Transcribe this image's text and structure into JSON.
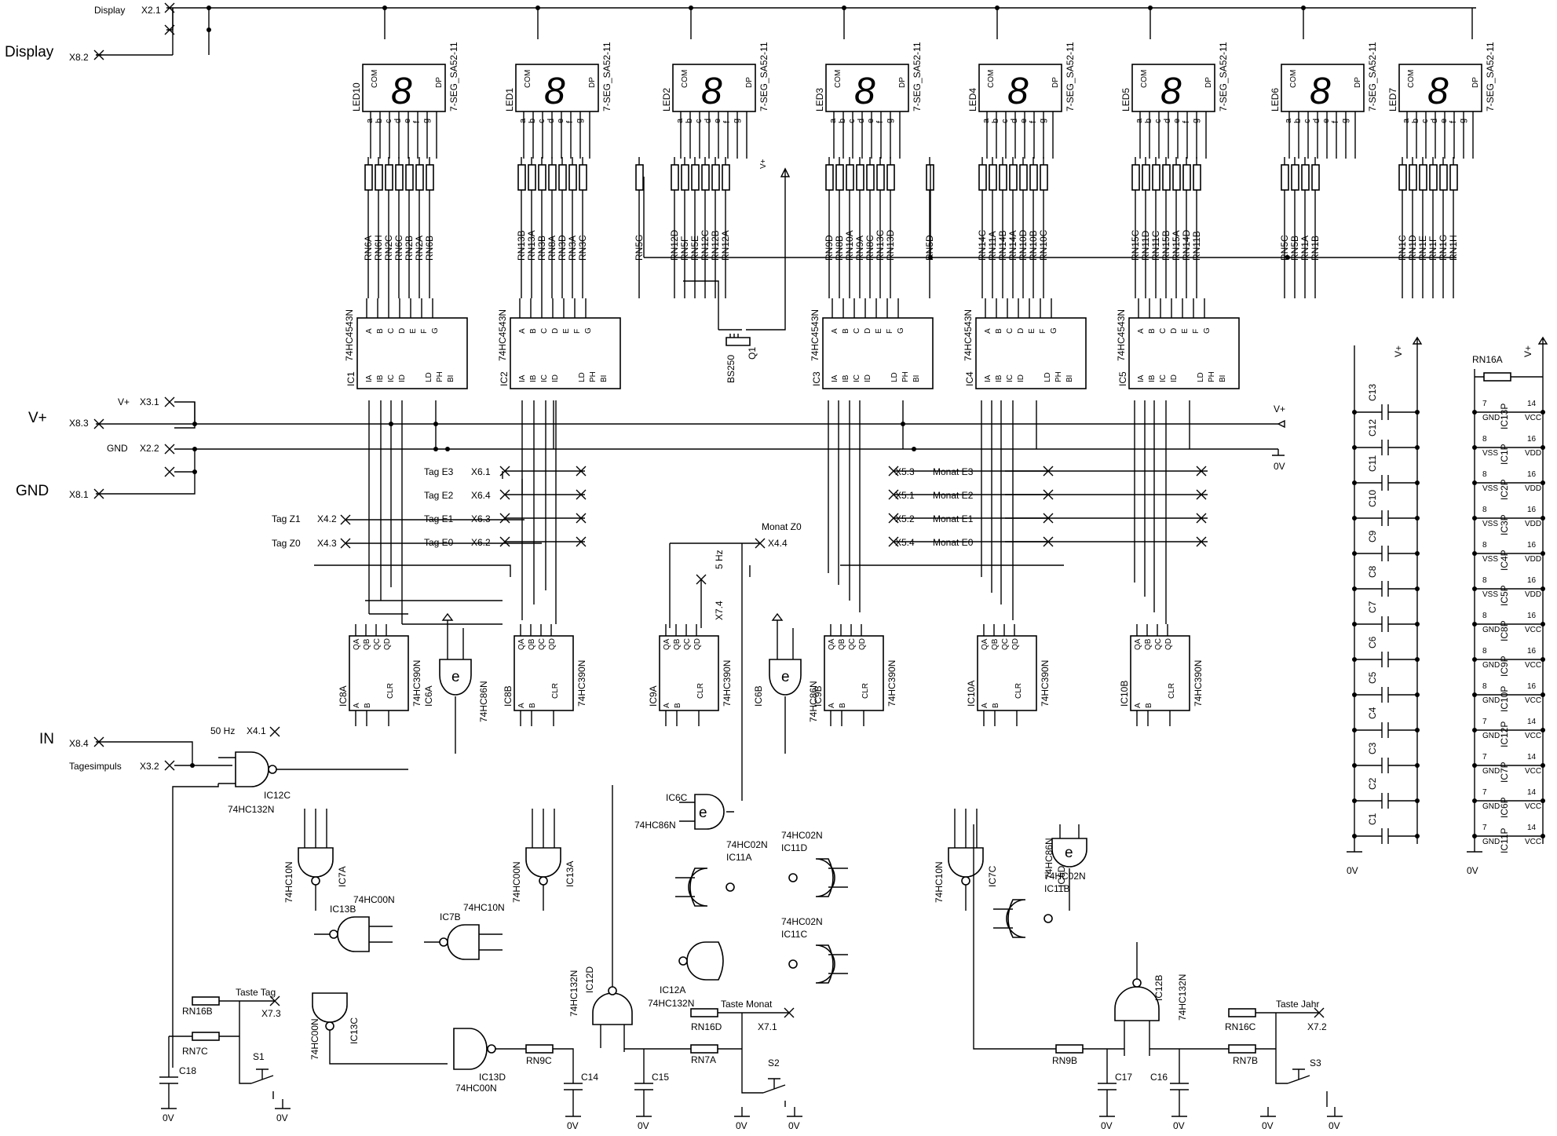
{
  "colors": {
    "ink": "#000000",
    "paper": "#ffffff"
  },
  "left_labels": {
    "display": "Display",
    "vplus": "V+",
    "gnd": "GND",
    "in": "IN"
  },
  "connectors": {
    "x21": "X2.1",
    "x21_label": "Display",
    "x82": "X8.2",
    "x31": "X3.1",
    "x31_label": "V+",
    "x83": "X8.3",
    "x22": "X2.2",
    "x22_label": "GND",
    "x81": "X8.1",
    "x84": "X8.4",
    "x32": "X3.2",
    "x32_label": "Tagesimpuls",
    "x41": "X4.1",
    "x41_label": "50 Hz",
    "x42": "X4.2",
    "x42_label": "Tag Z1",
    "x43": "X4.3",
    "x43_label": "Tag Z0",
    "x61": "X6.1",
    "x61_label": "Tag E3",
    "x64": "X6.4",
    "x64_label": "Tag E2",
    "x63": "X6.3",
    "x63_label": "Tag E1",
    "x62": "X6.2",
    "x62_label": "Tag E0",
    "x44": "X4.4",
    "x44_label": "Monat Z0",
    "x74": "X7.4",
    "x74_label": "5 Hz",
    "x53": "X5.3",
    "x53_label": "Monat E3",
    "x51": "X5.1",
    "x51_label": "Monat E2",
    "x52": "X5.2",
    "x52_label": "Monat E1",
    "x54": "X5.4",
    "x54_label": "Monat E0",
    "x73": "X7.3",
    "x73_label": "Taste Tag",
    "x71": "X7.1",
    "x71_label": "Taste Monat",
    "x72": "X7.2",
    "x72_label": "Taste Jahr"
  },
  "rail": {
    "vplus": "V+",
    "zero": "0V"
  },
  "displays": [
    {
      "name": "LED10",
      "com": "COM",
      "dp": "DP",
      "part": "7-SEG_SA52-11"
    },
    {
      "name": "LED1",
      "com": "COM",
      "dp": "DP",
      "part": "7-SEG_SA52-11"
    },
    {
      "name": "LED2",
      "com": "COM",
      "dp": "DP",
      "part": "7-SEG_SA52-11"
    },
    {
      "name": "LED3",
      "com": "COM",
      "dp": "DP",
      "part": "7-SEG_SA52-11"
    },
    {
      "name": "LED4",
      "com": "COM",
      "dp": "DP",
      "part": "7-SEG_SA52-11"
    },
    {
      "name": "LED5",
      "com": "COM",
      "dp": "DP",
      "part": "7-SEG_SA52-11"
    },
    {
      "name": "LED6",
      "com": "COM",
      "dp": "DP",
      "part": "7-SEG_SA52-11"
    },
    {
      "name": "LED7",
      "com": "COM",
      "dp": "DP",
      "part": "7-SEG_SA52-11"
    }
  ],
  "resistor_labels": [
    {
      "names": [
        "RN6A",
        "RN6H",
        "RN2C",
        "RN6C",
        "RN2B",
        "RN2A",
        "RN6B"
      ]
    },
    {
      "names": [
        "RN13B",
        "RN13A",
        "RN3B",
        "RN8A",
        "RN3D",
        "RN3A",
        "RN3C"
      ]
    },
    {
      "names": [
        "RN5G"
      ]
    },
    {
      "names": [
        "RN12D",
        "RN5F",
        "RN5E",
        "RN12C",
        "RN12B",
        "RN12A"
      ]
    },
    {
      "names": [
        "RN9D",
        "RN8B",
        "RN10A",
        "RN9A",
        "RN8C",
        "RN13C",
        "RN13D"
      ]
    },
    {
      "names": [
        "RN5D"
      ]
    },
    {
      "names": [
        "RN14C",
        "RN11A",
        "RN14B",
        "RN14A",
        "RN10D",
        "RN10B",
        "RN10C"
      ]
    },
    {
      "names": [
        "RN15C",
        "RN11D",
        "RN11C",
        "RN15B",
        "RN15A",
        "RN14D",
        "RN11B"
      ]
    },
    {
      "names": [
        "RN5C",
        "RN5B",
        "RN1A",
        "RN1B"
      ]
    },
    {
      "names": [
        "RN1C",
        "RN1D",
        "RN1E",
        "RN1F",
        "RN1G",
        "RN1H"
      ]
    }
  ],
  "decoders": [
    {
      "ref": "IC1",
      "part": "74HC4543N"
    },
    {
      "ref": "IC2",
      "part": "74HC4543N"
    },
    {
      "ref": "IC3",
      "part": "74HC4543N"
    },
    {
      "ref": "IC4",
      "part": "74HC4543N"
    },
    {
      "ref": "IC5",
      "part": "74HC4543N"
    }
  ],
  "decoder_pins_top": [
    "A",
    "B",
    "C",
    "D",
    "E",
    "F",
    "G"
  ],
  "decoder_pins_bottom": [
    "IA",
    "IB",
    "IC",
    "ID",
    "LD",
    "PH",
    "BI"
  ],
  "transistor": {
    "ref": "Q1",
    "part": "BS250",
    "supply": "V+"
  },
  "counters": [
    {
      "ref": "IC8A",
      "part": "74HC390N"
    },
    {
      "ref": "IC8B",
      "part": "74HC390N"
    },
    {
      "ref": "IC9A",
      "part": "74HC390N"
    },
    {
      "ref": "IC9B",
      "part": "74HC390N"
    },
    {
      "ref": "IC10A",
      "part": "74HC390N"
    },
    {
      "ref": "IC10B",
      "part": "74HC390N"
    }
  ],
  "counter_pins": {
    "qa": "QA",
    "qb": "QB",
    "qc": "QC",
    "qd": "QD",
    "clr": "CLR",
    "a": "A",
    "b": "B"
  },
  "gates": {
    "ic6a": {
      "ref": "IC6A",
      "part": "74HC86N"
    },
    "ic6b": {
      "ref": "IC6B",
      "part": "74HC86N"
    },
    "ic6c": {
      "ref": "IC6C",
      "part": "74HC86N"
    },
    "ic6d": {
      "ref": "IC6D",
      "part": "74HC86N"
    },
    "ic12c": {
      "ref": "IC12C",
      "part": "74HC132N"
    },
    "ic12d": {
      "ref": "IC12D",
      "part": "74HC132N"
    },
    "ic12a": {
      "ref": "IC12A",
      "part": "74HC132N"
    },
    "ic12b": {
      "ref": "IC12B",
      "part": "74HC132N"
    },
    "ic7a": {
      "ref": "IC7A",
      "part": "74HC10N"
    },
    "ic7b": {
      "ref": "IC7B",
      "part": "74HC10N"
    },
    "ic7c": {
      "ref": "IC7C",
      "part": "74HC10N"
    },
    "ic13a": {
      "ref": "IC13A",
      "part": "74HC00N"
    },
    "ic13b": {
      "ref": "IC13B",
      "part": "74HC00N"
    },
    "ic13c": {
      "ref": "IC13C",
      "part": "74HC00N"
    },
    "ic13d": {
      "ref": "IC13D",
      "part": "74HC00N"
    },
    "ic11a": {
      "ref": "IC11A",
      "part": "74HC02N"
    },
    "ic11b": {
      "ref": "IC11B",
      "part": "74HC02N"
    },
    "ic11c": {
      "ref": "IC11C",
      "part": "74HC02N"
    },
    "ic11d": {
      "ref": "IC11D",
      "part": "74HC02N"
    }
  },
  "xor_symbol": "e",
  "parts": {
    "rn16b": "RN16B",
    "rn7c": "RN7C",
    "s1": "S1",
    "c18": "C18",
    "rn9c": "RN9C",
    "c14": "C14",
    "c15": "C15",
    "rn16d": "RN16D",
    "rn7a": "RN7A",
    "s2": "S2",
    "rn9b": "RN9B",
    "c17": "C17",
    "c16": "C16",
    "rn16c": "RN16C",
    "rn7b": "RN7B",
    "s3": "S3",
    "rn16a": "RN16A"
  },
  "caps": [
    "C13",
    "C12",
    "C11",
    "C10",
    "C9",
    "C8",
    "C7",
    "C6",
    "C5",
    "C4",
    "C3",
    "C2",
    "C1"
  ],
  "power_pins": [
    {
      "ref": "IC13P",
      "gnd": "GND",
      "vcc": "VCC",
      "p1": "7",
      "p2": "14"
    },
    {
      "ref": "IC1P",
      "gnd": "VSS",
      "vcc": "VDD",
      "p1": "8",
      "p2": "16"
    },
    {
      "ref": "IC2P",
      "gnd": "VSS",
      "vcc": "VDD",
      "p1": "8",
      "p2": "16"
    },
    {
      "ref": "IC3P",
      "gnd": "VSS",
      "vcc": "VDD",
      "p1": "8",
      "p2": "16"
    },
    {
      "ref": "IC4P",
      "gnd": "VSS",
      "vcc": "VDD",
      "p1": "8",
      "p2": "16"
    },
    {
      "ref": "IC5P",
      "gnd": "VSS",
      "vcc": "VDD",
      "p1": "8",
      "p2": "16"
    },
    {
      "ref": "IC8P",
      "gnd": "GND",
      "vcc": "VCC",
      "p1": "8",
      "p2": "16"
    },
    {
      "ref": "IC9P",
      "gnd": "GND",
      "vcc": "VCC",
      "p1": "8",
      "p2": "16"
    },
    {
      "ref": "IC10P",
      "gnd": "GND",
      "vcc": "VCC",
      "p1": "8",
      "p2": "16"
    },
    {
      "ref": "IC12P",
      "gnd": "GND",
      "vcc": "VCC",
      "p1": "7",
      "p2": "14"
    },
    {
      "ref": "IC7P",
      "gnd": "GND",
      "vcc": "VCC",
      "p1": "7",
      "p2": "14"
    },
    {
      "ref": "IC6P",
      "gnd": "GND",
      "vcc": "VCC",
      "p1": "7",
      "p2": "14"
    },
    {
      "ref": "IC11P",
      "gnd": "GND",
      "vcc": "VCC",
      "p1": "7",
      "p2": "14"
    }
  ]
}
